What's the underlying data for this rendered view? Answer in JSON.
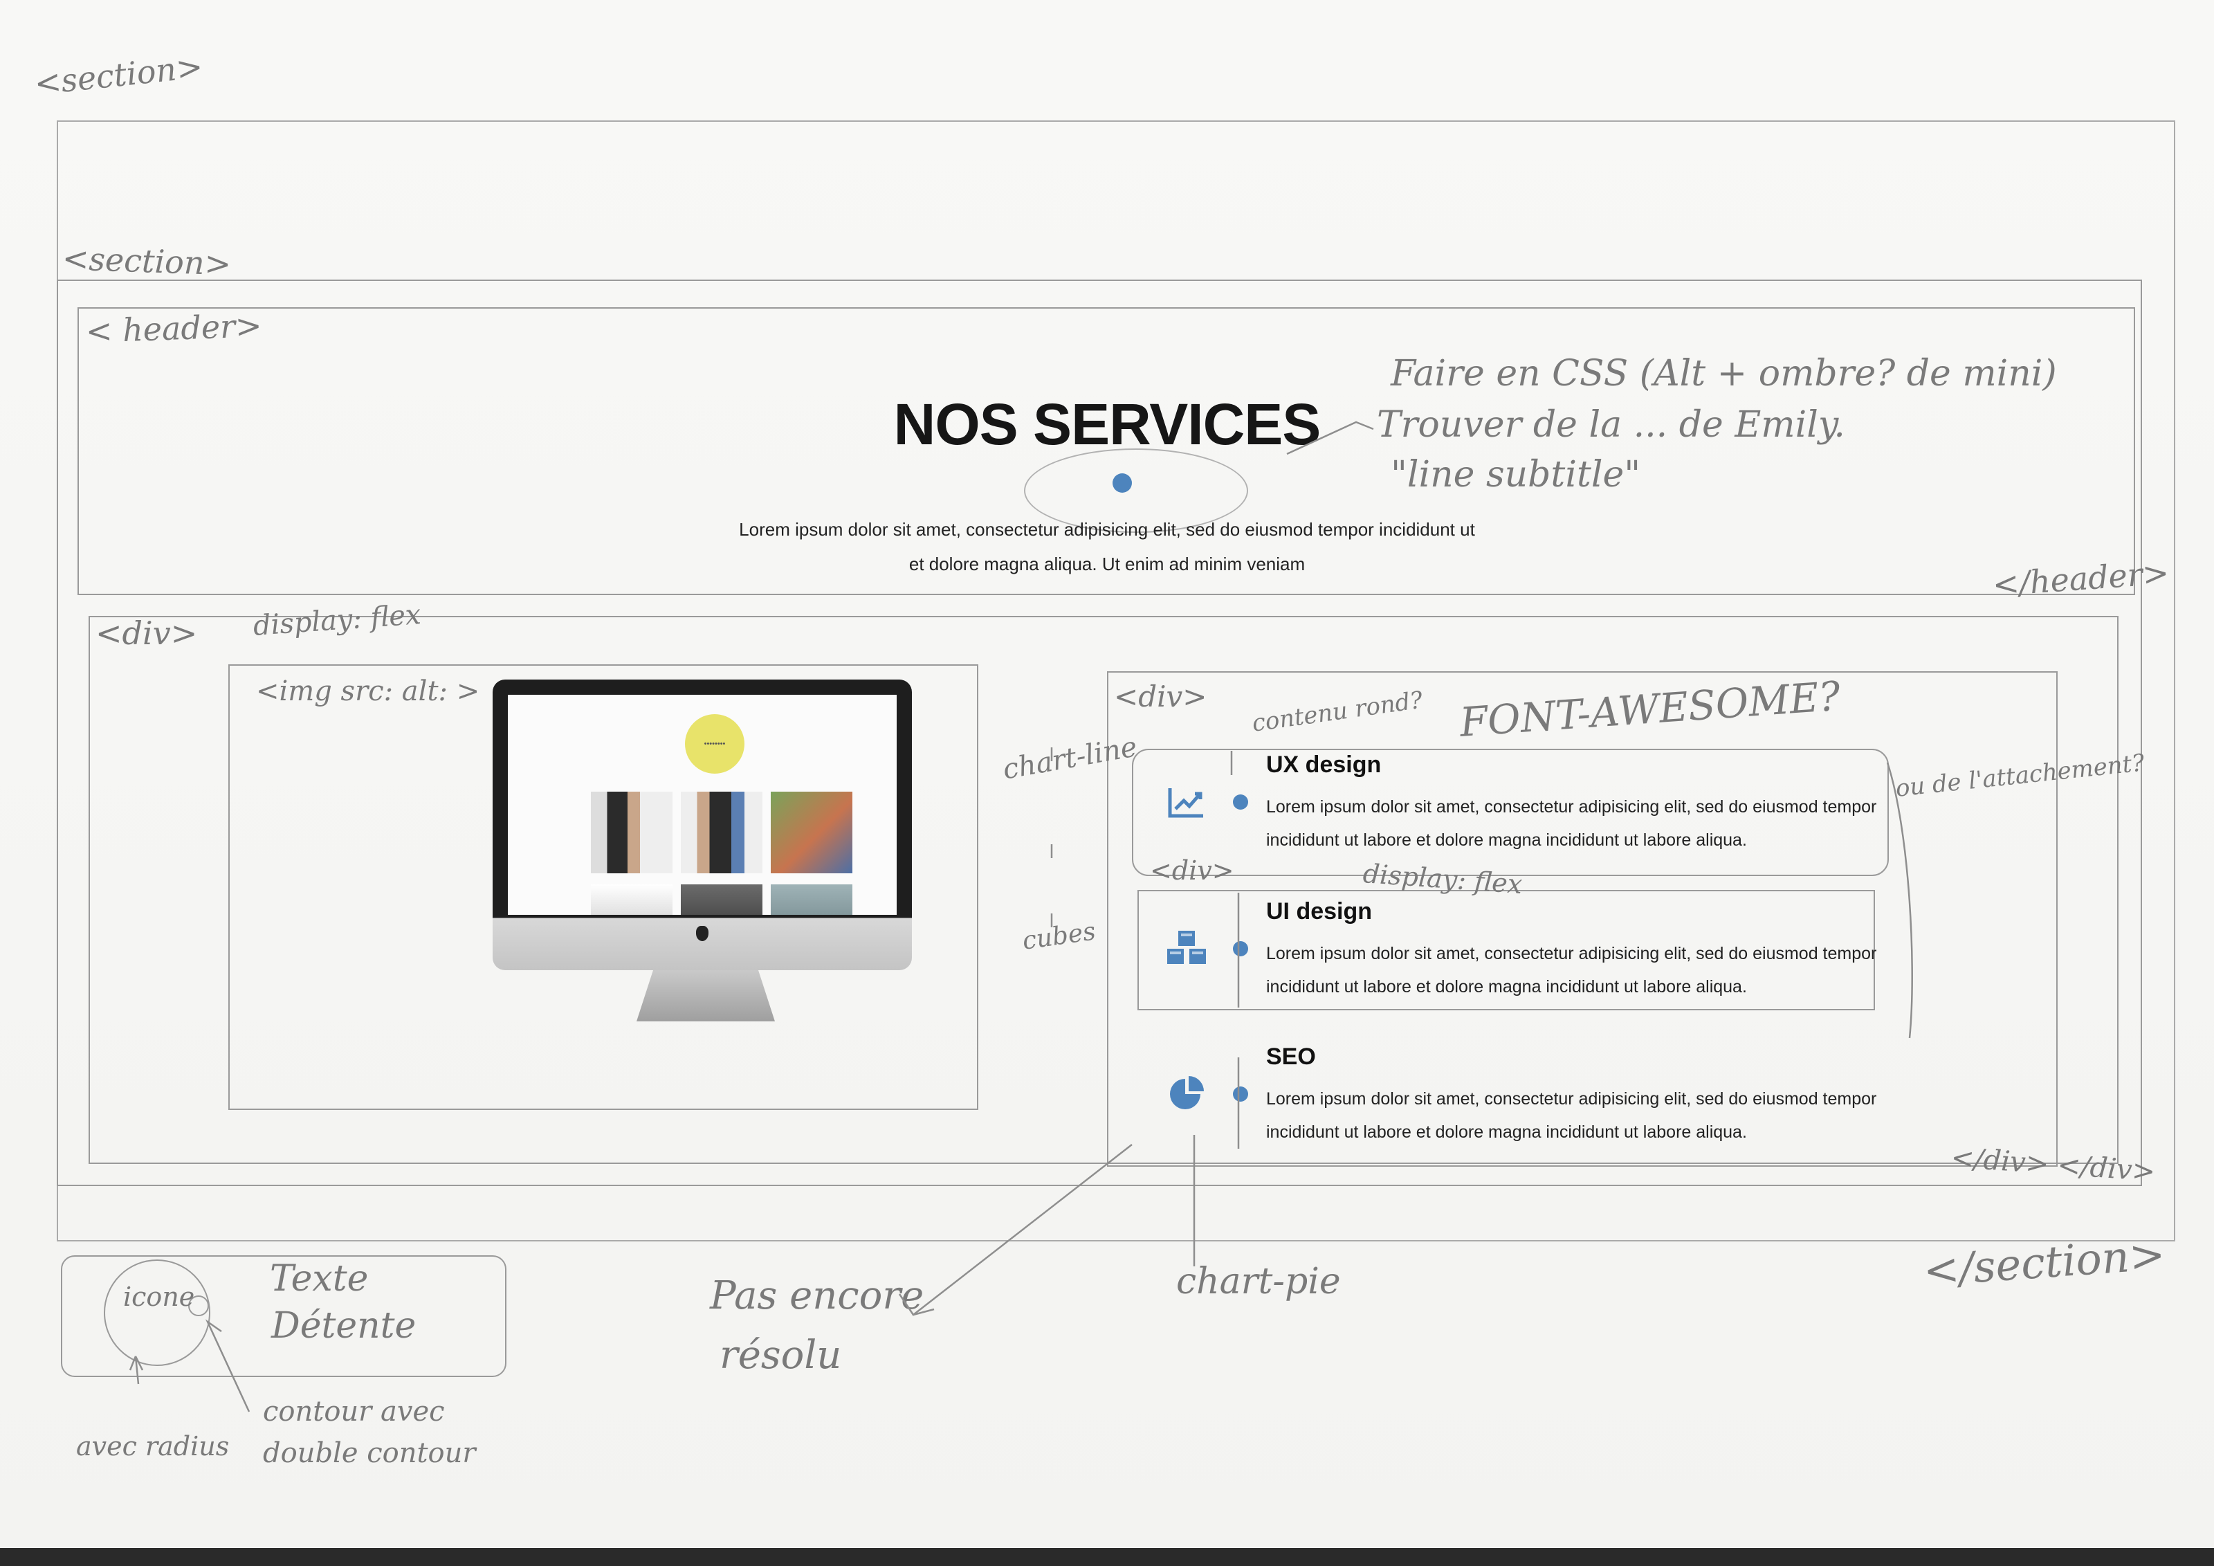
{
  "page": {
    "title": "NOS SERVICES",
    "intro_lines": [
      "Lorem ipsum dolor sit amet, consectetur adipisicing elit, sed do eiusmod tempor incididunt ut",
      "et dolore magna aliqua. Ut enim ad minim veniam"
    ]
  },
  "monitor": {
    "logo_text": "••••••••"
  },
  "services": [
    {
      "title": "UX design",
      "icon": "chart-line-icon",
      "text": "Lorem ipsum dolor sit amet, consectetur adipisicing elit, sed do eiusmod tempor incididunt ut labore et dolore magna incididunt ut labore aliqua."
    },
    {
      "title": "UI design",
      "icon": "cubes-icon",
      "text": "Lorem ipsum dolor sit amet, consectetur adipisicing elit, sed do eiusmod tempor incididunt ut labore et dolore magna incididunt ut labore aliqua."
    },
    {
      "title": "SEO",
      "icon": "chart-pie-icon",
      "text": "Lorem ipsum dolor sit amet, consectetur adipisicing elit, sed do eiusmod tempor incididunt ut labore et dolore magna incididunt ut labore aliqua."
    }
  ],
  "annotations": {
    "section_outer": "<section>",
    "section_inner": "<section>",
    "header_open": "< header>",
    "header_close": "</header>",
    "div_open": "<div>",
    "display_flex": "display: flex",
    "img_tag": "<img src: alt: >",
    "div_services": "<div>",
    "font_awesome": "FONT-AWESOME?",
    "contenu_rond": "contenu rond?",
    "chart_line": "chart-line",
    "cubes": "cubes",
    "div_item": "<div>",
    "display_flex_2": "display: flex",
    "right_note": "ou de l'attachement?",
    "faire_css": "Faire en CSS (Alt + ombre? de mini)",
    "trouver": "Trouver de la ... de Emily.",
    "line_subtitle": "\"line subtitle\"",
    "div_close": "</div> </div>",
    "section_close": "</section>",
    "icone": "icone",
    "texte": "Texte",
    "detente": "Détente",
    "avec_radius": "avec radius",
    "contour": "contour avec double contour",
    "pas_encore": "Pas encore",
    "resolu": "résolu",
    "chart_pie": "chart-pie"
  }
}
